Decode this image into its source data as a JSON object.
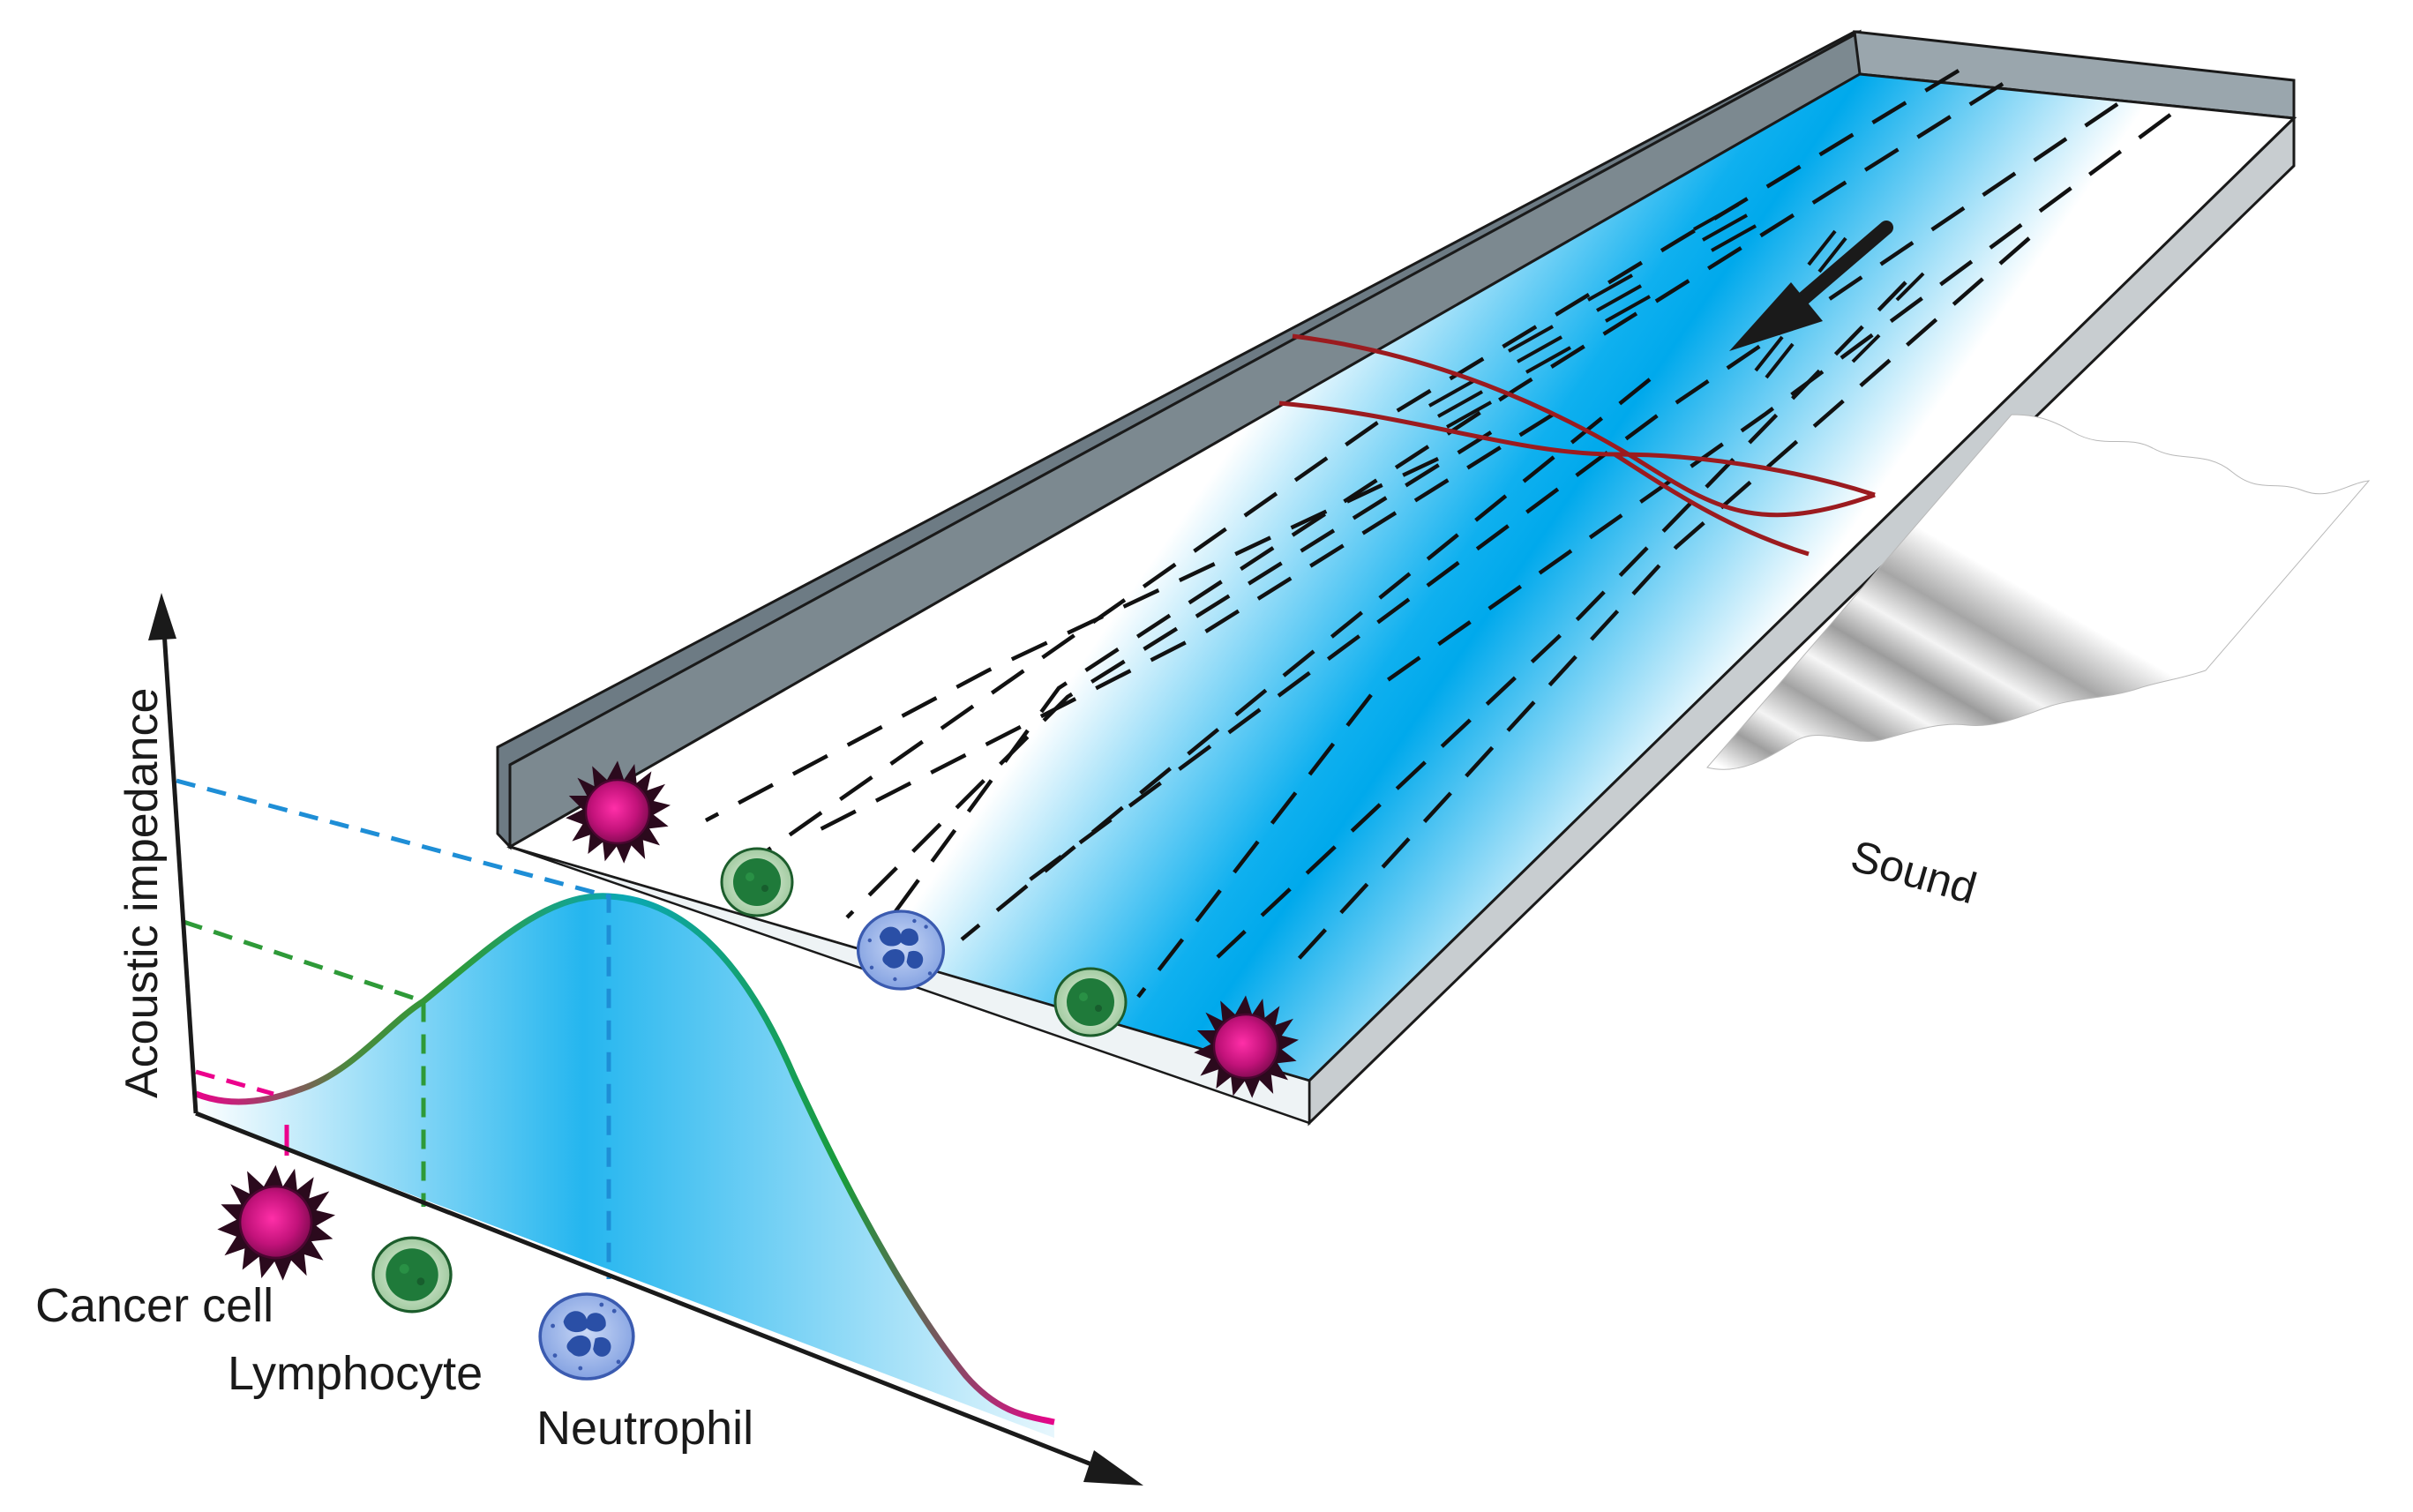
{
  "labels": {
    "y_axis": "Acoustic impedance",
    "sound": "Sound",
    "cancer_cell": "Cancer cell",
    "lymphocyte": "Lymphocyte",
    "neutrophil": "Neutrophil"
  },
  "colors": {
    "channel_fluid": "#00aeef",
    "channel_wall_dark": "#6d7b84",
    "channel_wall_light": "#c8cdd0",
    "cancer_cell": "#c2127a",
    "lymphocyte": "#1f7a3a",
    "neutrophil": "#6f95dd",
    "acoustic_wave": "#9b1b1f",
    "cancer_level_line": "#ec008c",
    "lymphocyte_level_line": "#2e9a38",
    "neutrophil_level_line": "#1e8ed6"
  },
  "icons": {
    "flow_arrow": "arrow-icon",
    "cancer_cell": "spiky-cell-icon",
    "lymphocyte": "round-cell-icon",
    "neutrophil": "lobed-nucleus-cell-icon",
    "sound_wave": "wave-surface-icon"
  }
}
